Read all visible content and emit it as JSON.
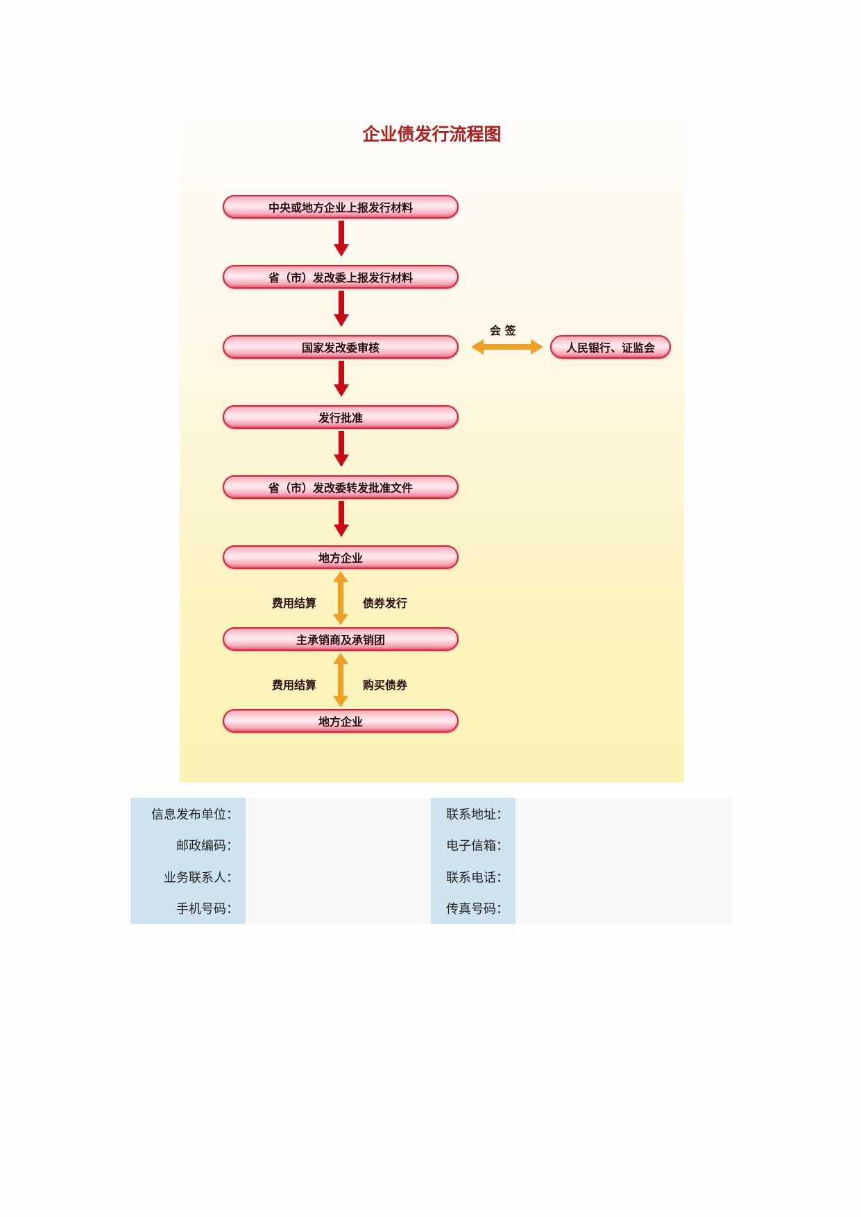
{
  "flowchart": {
    "title": "企业债发行流程图",
    "steps": [
      "中央或地方企业上报发行材料",
      "省（市）发改委上报发行材料",
      "国家发改委审核",
      "发行批准",
      "省（市）发改委转发批准文件",
      "地方企业",
      "主承销商及承销团",
      "地方企业"
    ],
    "side_node": "人民银行、证监会",
    "side_link_label": "会 签",
    "link_labels": {
      "fee_settlement_1": "费用结算",
      "bond_issue": "债券发行",
      "fee_settlement_2": "费用结算",
      "bond_purchase": "购买债券"
    },
    "colors": {
      "down_arrow": "#cc0a16",
      "double_arrow": "#f0a020",
      "title": "#b01e1e",
      "pill_border": "#d81f3c"
    }
  },
  "info_table": {
    "rows": [
      {
        "left_label": "信息发布单位：",
        "left_value": "",
        "right_label": "联系地址：",
        "right_value": ""
      },
      {
        "left_label": "邮政编码：",
        "left_value": "",
        "right_label": "电子信箱：",
        "right_value": ""
      },
      {
        "left_label": "业务联系人：",
        "left_value": "",
        "right_label": "联系电话：",
        "right_value": ""
      },
      {
        "left_label": "手机号码：",
        "left_value": "",
        "right_label": "传真号码：",
        "right_value": ""
      }
    ]
  }
}
